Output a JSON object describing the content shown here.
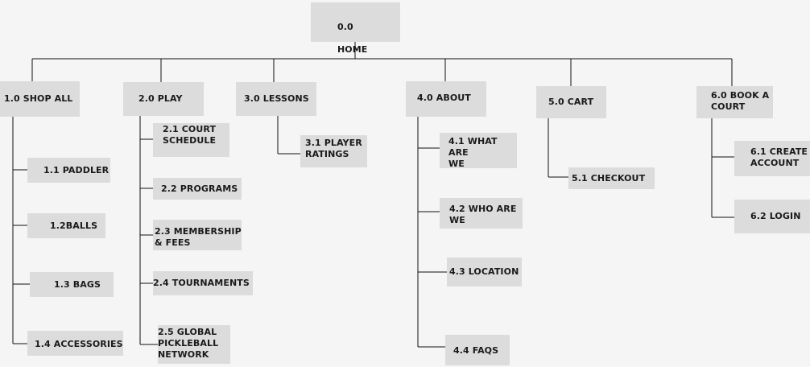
{
  "colors": {
    "background": "#f5f5f5",
    "node_fill": "#dcdcdc",
    "line": "#111111",
    "text": "#1a1a1a"
  },
  "home": {
    "number": "0.0",
    "label": "HOME"
  },
  "sections": [
    {
      "label": "1.0 SHOP ALL",
      "children": [
        "1.1 PADDLER",
        "1.2BALLS",
        "1.3 BAGS",
        "1.4 ACCESSORIES"
      ]
    },
    {
      "label": "2.0 PLAY",
      "children": [
        "2.1 COURT\n SCHEDULE",
        "2.2 PROGRAMS",
        "2.3 MEMBERSHIP\n& FEES",
        "2.4 TOURNAMENTS",
        "2.5 GLOBAL\nPICKLEBALL\nNETWORK"
      ]
    },
    {
      "label": "3.0 LESSONS",
      "children": [
        "3.1 PLAYER\nRATINGS"
      ]
    },
    {
      "label": "4.0 ABOUT",
      "children": [
        "4.1 WHAT ARE\nWE",
        "4.2 WHO ARE\nWE",
        "4.3 LOCATION",
        "4.4 FAQS"
      ]
    },
    {
      "label": "5.0 CART",
      "children": [
        "5.1 CHECKOUT"
      ]
    },
    {
      "label": "6.0 BOOK A\nCOURT",
      "children": [
        "6.1 CREATE\nACCOUNT",
        "6.2  LOGIN"
      ]
    }
  ]
}
